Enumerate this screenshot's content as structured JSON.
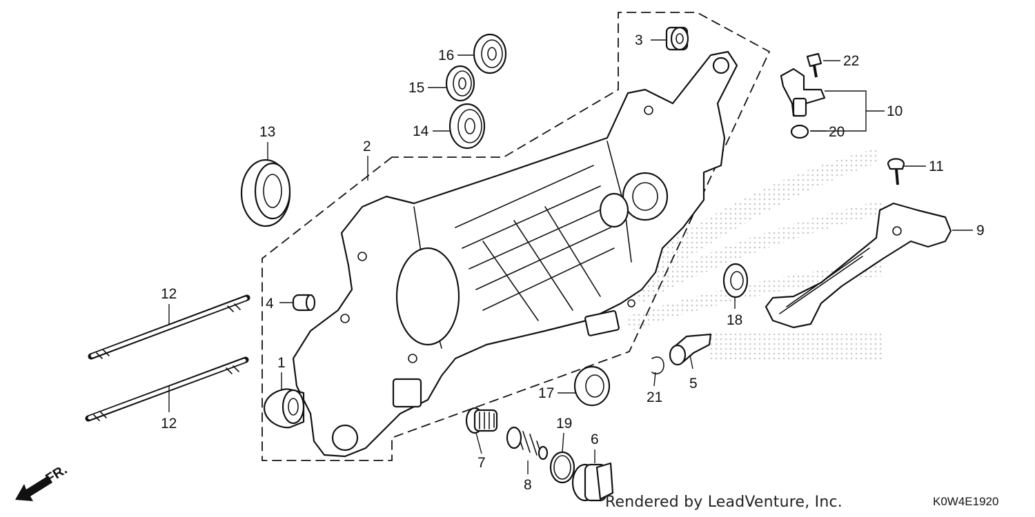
{
  "diagram": {
    "credit": "Rendered by LeadVenture, Inc.",
    "diagram_code": "K0W4E1920",
    "direction_label": "FR.",
    "callouts": [
      "1",
      "2",
      "3",
      "4",
      "5",
      "6",
      "7",
      "8",
      "9",
      "10",
      "11",
      "12",
      "12",
      "13",
      "14",
      "15",
      "16",
      "17",
      "18",
      "19",
      "20",
      "21",
      "22"
    ]
  }
}
